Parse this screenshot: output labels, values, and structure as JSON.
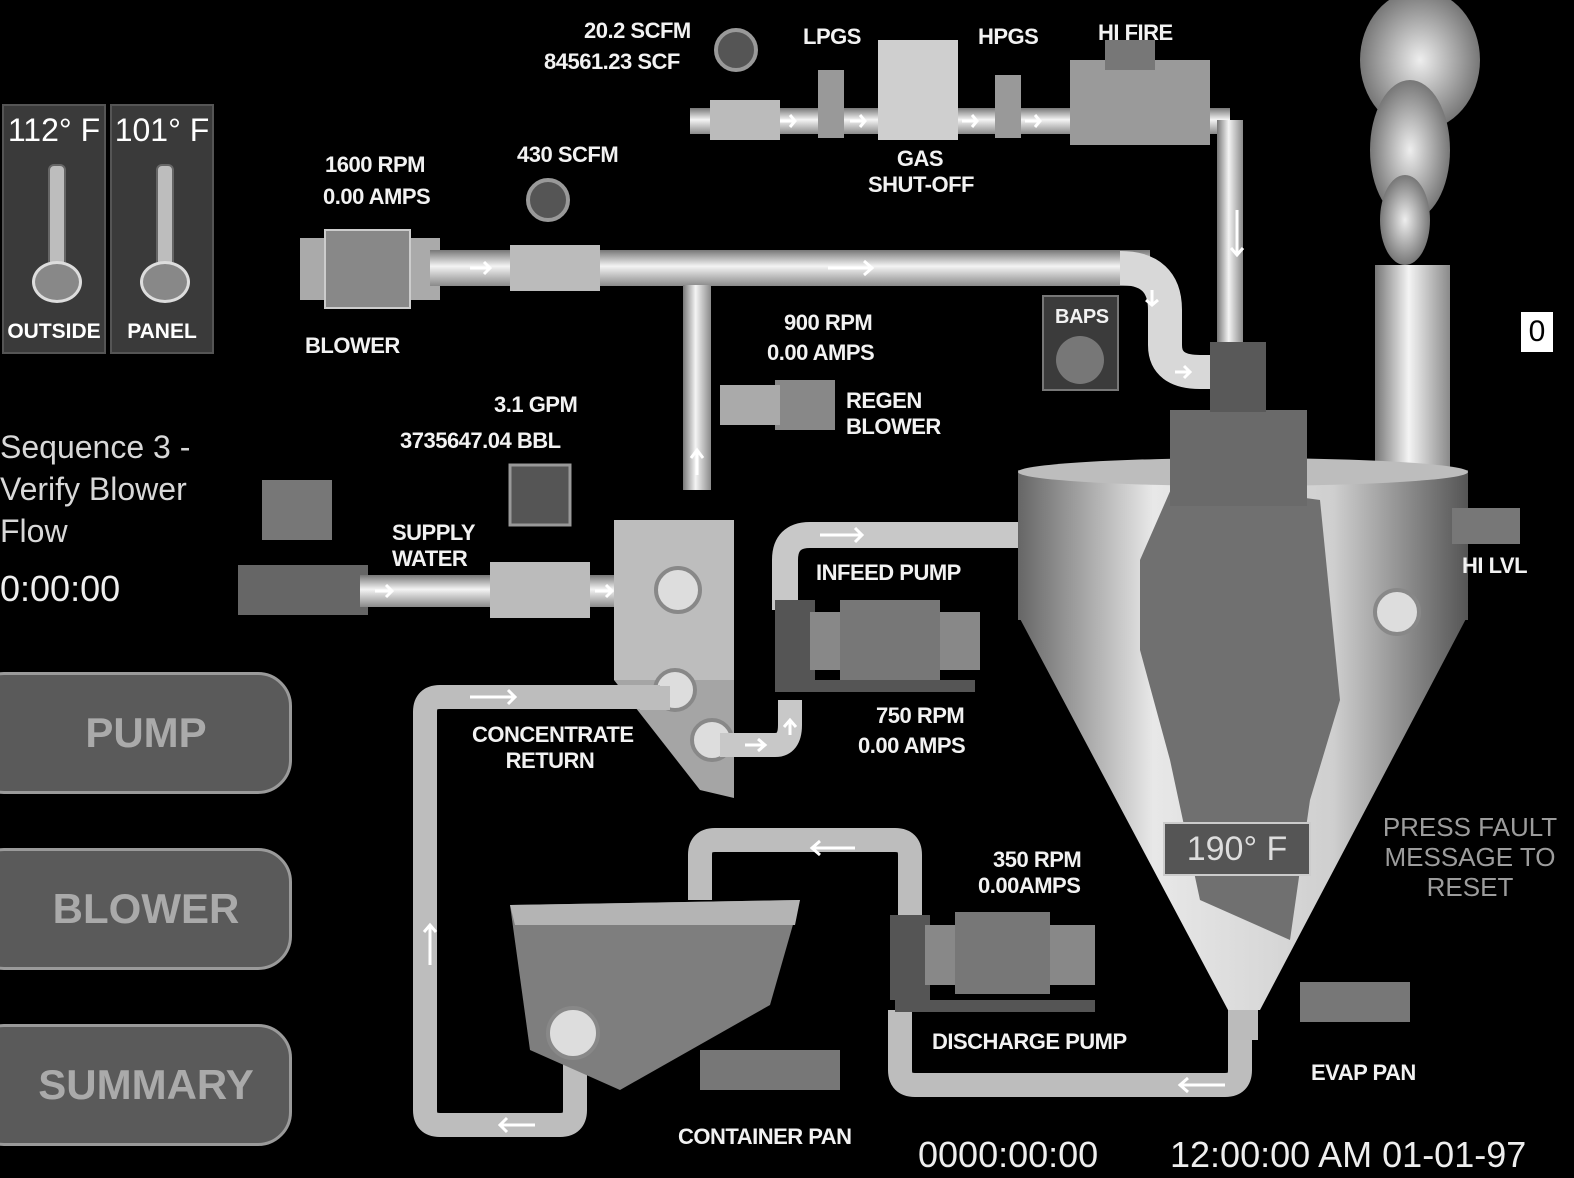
{
  "thermometers": [
    {
      "value": "112° F",
      "name": "OUTSIDE"
    },
    {
      "value": "101° F",
      "name": "PANEL"
    }
  ],
  "sequence": {
    "line1": "Sequence 3 -",
    "line2": "Verify Blower",
    "line3": "Flow",
    "timer": "0:00:00"
  },
  "nav": {
    "pump": "PUMP",
    "blower": "BLOWER",
    "summary": "SUMMARY"
  },
  "gas_meter": {
    "flow": "20.2 SCFM",
    "total": "84561.23 SCF"
  },
  "gas_train": {
    "lpgs": "LPGS",
    "hpgs": "HPGS",
    "hi_fire": "HI FIRE",
    "shutoff_1": "GAS",
    "shutoff_2": "SHUT-OFF"
  },
  "blower": {
    "rpm": "1600 RPM",
    "amps": "0.00 AMPS",
    "label": "BLOWER",
    "flow": "430 SCFM"
  },
  "regen_blower": {
    "rpm": "900 RPM",
    "amps": "0.00 AMPS",
    "label_1": "REGEN",
    "label_2": "BLOWER"
  },
  "baps": {
    "label": "BAPS"
  },
  "water_meter": {
    "flow": "3.1 GPM",
    "total": "3735647.04 BBL"
  },
  "supply_water": {
    "label_1": "SUPPLY",
    "label_2": "WATER"
  },
  "infeed_pump": {
    "label": "INFEED PUMP",
    "rpm": "750 RPM",
    "amps": "0.00 AMPS"
  },
  "concentrate_return": {
    "label_1": "CONCENTRATE",
    "label_2": "RETURN"
  },
  "evaporator": {
    "temperature": "190° F",
    "hi_lvl": "HI LVL",
    "level_box": "0"
  },
  "fault_message": {
    "line1": "PRESS FAULT",
    "line2": "MESSAGE TO",
    "line3": "RESET"
  },
  "discharge_pump": {
    "rpm": "350 RPM",
    "amps": "0.00AMPS",
    "label": "DISCHARGE PUMP"
  },
  "evap_pan": {
    "label": "EVAP PAN"
  },
  "container_pan": {
    "label": "CONTAINER PAN"
  },
  "footer": {
    "elapsed": "0000:00:00",
    "datetime": "12:00:00 AM 01-01-97"
  }
}
